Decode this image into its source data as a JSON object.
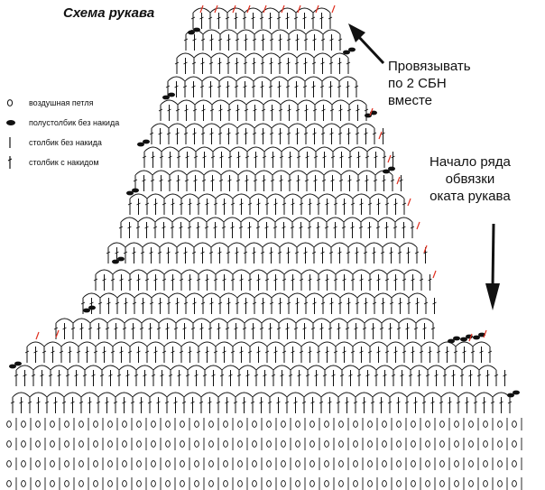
{
  "title": "Схема рукава",
  "legend": [
    {
      "icon": "chain-stitch-icon",
      "label": "воздушная петля"
    },
    {
      "icon": "slip-stitch-icon",
      "label": "полустолбик без накида"
    },
    {
      "icon": "single-crochet-icon",
      "label": "столбик без накида"
    },
    {
      "icon": "double-crochet-icon",
      "label": "столбик с накидом"
    }
  ],
  "annotations": {
    "decrease": [
      "Провязывать",
      "по 2 СБН",
      "вместе"
    ],
    "start": [
      "Начало ряда",
      "обвязки",
      "оката рукава"
    ]
  },
  "colors": {
    "ink": "#111111",
    "marker": "#e03020"
  }
}
